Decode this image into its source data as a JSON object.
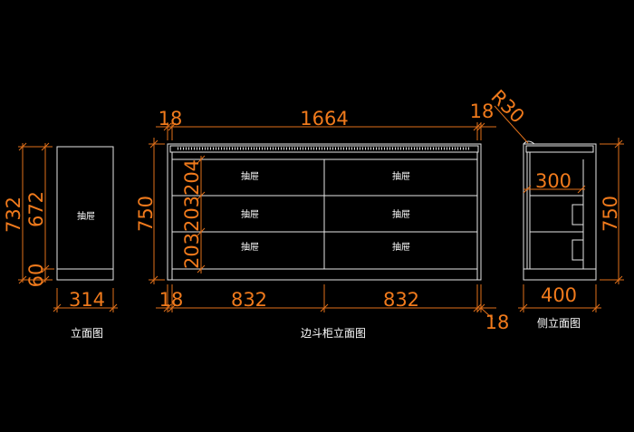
{
  "colors": {
    "background": "#000000",
    "lines": "#e6e6e6",
    "dimensions": "#f07a1c",
    "text": "#ffffff"
  },
  "left_view": {
    "caption": "立面图",
    "drawer_label": "抽屉",
    "dims": {
      "total_height": "732",
      "body_height": "672",
      "base_height": "60",
      "width": "314"
    }
  },
  "front_view": {
    "caption": "边斗柜立面图",
    "drawer_label": "抽屉",
    "dims": {
      "top_left_side": "18",
      "top_width": "1664",
      "top_right_side": "18",
      "height": "750",
      "drawer_h1": "204",
      "drawer_h2": "203",
      "drawer_h3": "203",
      "bottom_side": "18",
      "drawer_w1": "832",
      "drawer_w2": "832",
      "bottom_right": "18"
    }
  },
  "side_view": {
    "caption": "侧立面图",
    "dims": {
      "radius": "R30",
      "depth_inner": "300",
      "width": "400",
      "height": "750"
    }
  }
}
